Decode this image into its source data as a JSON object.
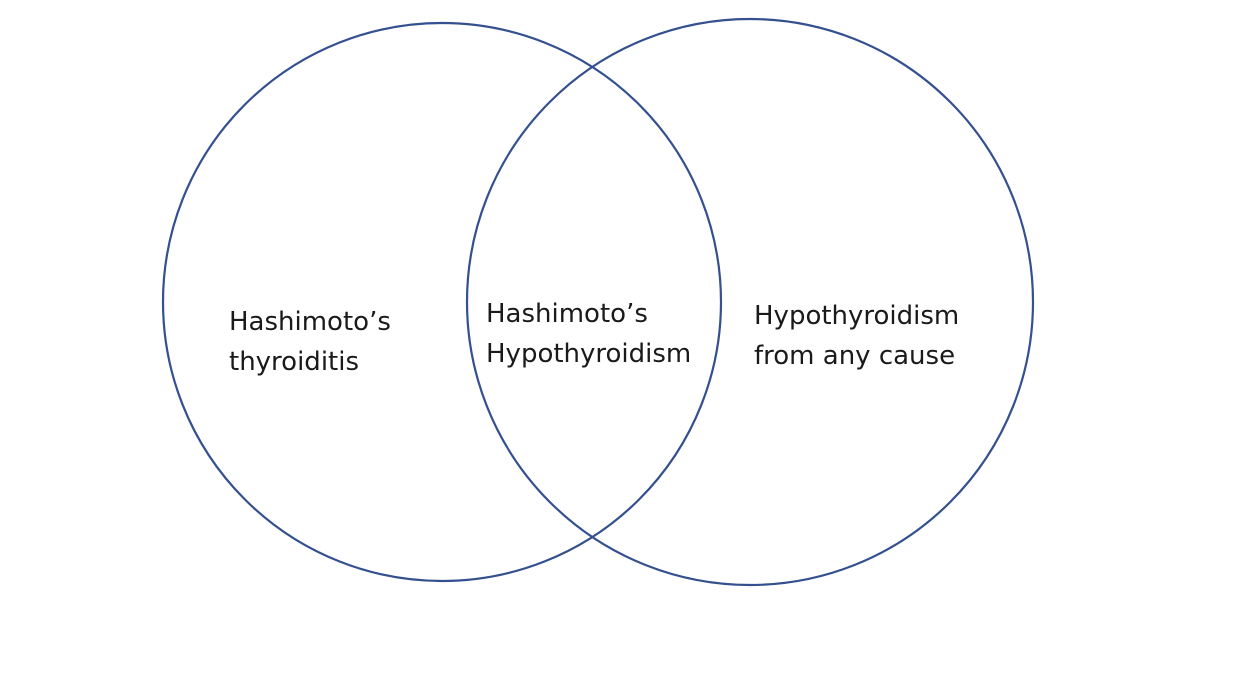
{
  "diagram": {
    "type": "venn",
    "colors": {
      "outline": "#34508f",
      "text": "#1a1a1a",
      "background": "#ffffff"
    },
    "sets": [
      {
        "id": "left",
        "lines": [
          "Hashimoto’s",
          "thyroiditis"
        ]
      },
      {
        "id": "right",
        "lines": [
          "Hypothyroidism",
          "from any cause"
        ]
      }
    ],
    "intersection": {
      "lines": [
        "Hashimoto’s",
        "Hypothyroidism"
      ]
    }
  }
}
